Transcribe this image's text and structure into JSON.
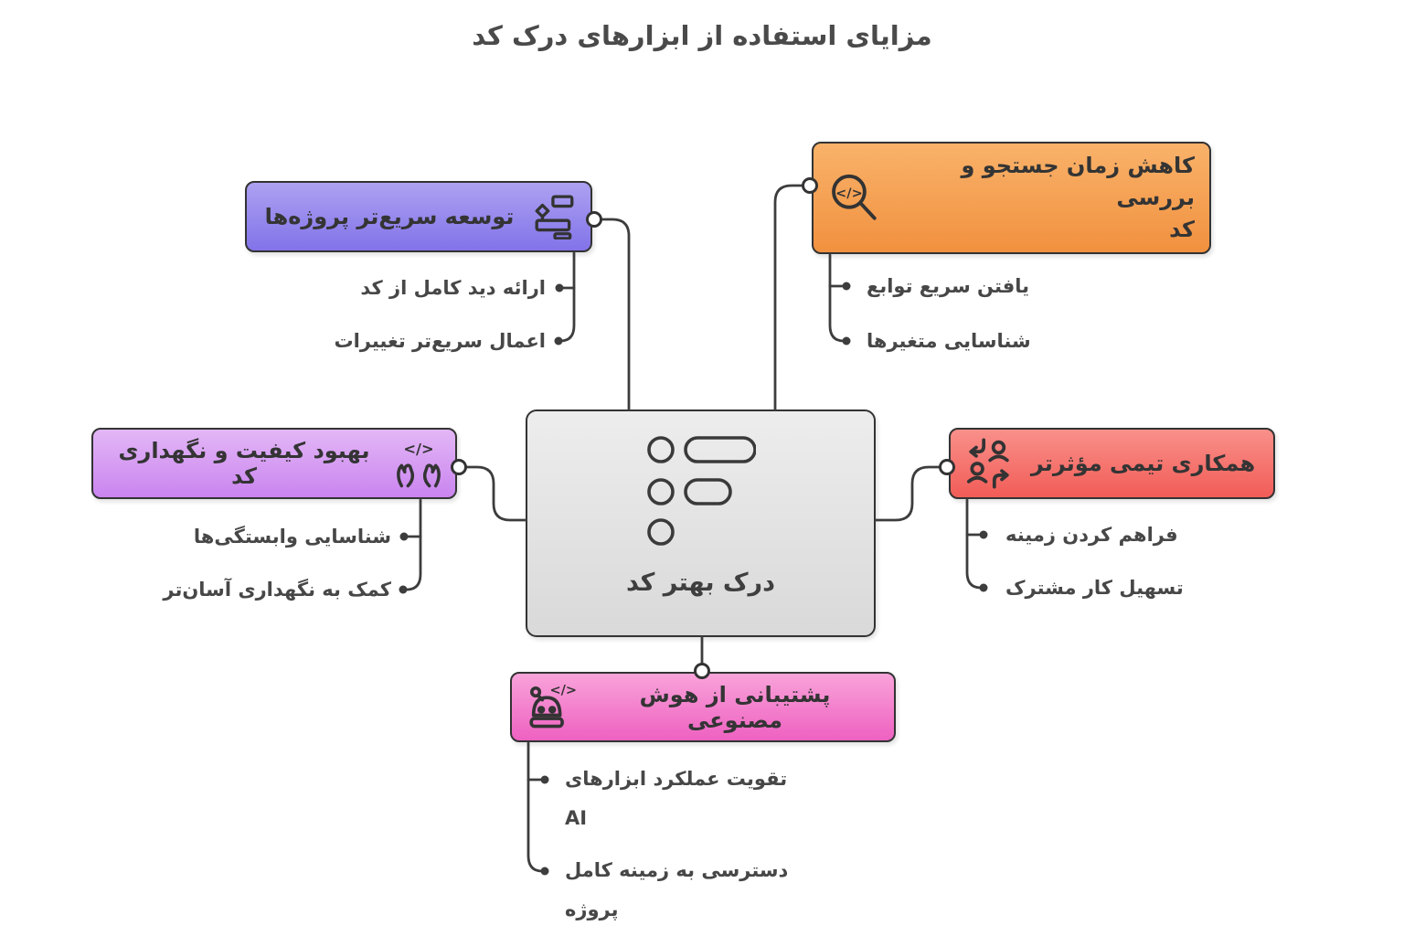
{
  "title": "مزایای استفاده از ابزارهای درک کد",
  "background": "#ffffff",
  "connector_color": "#3d3d3d",
  "center": {
    "label": "درک بهتر کد",
    "icon": "list-icon",
    "color_top": "#ededed",
    "color_bottom": "#d9d9d9"
  },
  "nodes": [
    {
      "id": "faster-development",
      "label": "توسعه سریع‌تر پروژه‌ها",
      "icon": "flowchart-icon",
      "color_top": "#aca1f1",
      "color_bottom": "#8273e9",
      "children": [
        [
          "ارائه دید کامل از کد"
        ],
        [
          "اعمال سریع‌تر تغییرات"
        ]
      ]
    },
    {
      "id": "reduce-search-time",
      "label_lines": [
        "کاهش زمان جستجو و بررسی",
        "کد"
      ],
      "icon": "code-search-icon",
      "color_top": "#f9b26a",
      "color_bottom": "#f1913f",
      "children": [
        [
          "یافتن سریع توابع"
        ],
        [
          "شناسایی متغیرها"
        ]
      ]
    },
    {
      "id": "quality-maintenance",
      "label": "بهبود کیفیت و نگهداری کد",
      "icon": "hands-code-icon",
      "color_top": "#e3b7f6",
      "color_bottom": "#ca84ef",
      "children": [
        [
          "شناسایی وابستگی‌ها"
        ],
        [
          "کمک به نگهداری آسان‌تر"
        ]
      ]
    },
    {
      "id": "team-collaboration",
      "label": "همکاری تیمی مؤثرتر",
      "icon": "team-exchange-icon",
      "color_top": "#f9908a",
      "color_bottom": "#f25c57",
      "children": [
        [
          "فراهم کردن زمینه"
        ],
        [
          "تسهیل کار مشترک"
        ]
      ]
    },
    {
      "id": "ai-support",
      "label": "پشتیبانی از هوش مصنوعی",
      "icon": "robot-icon",
      "color_top": "#f9a3da",
      "color_bottom": "#ee61c1",
      "children": [
        [
          "تقویت عملکرد ابزارهای",
          "AI"
        ],
        [
          "دسترسی به زمینه کامل",
          "پروژه"
        ]
      ]
    }
  ]
}
